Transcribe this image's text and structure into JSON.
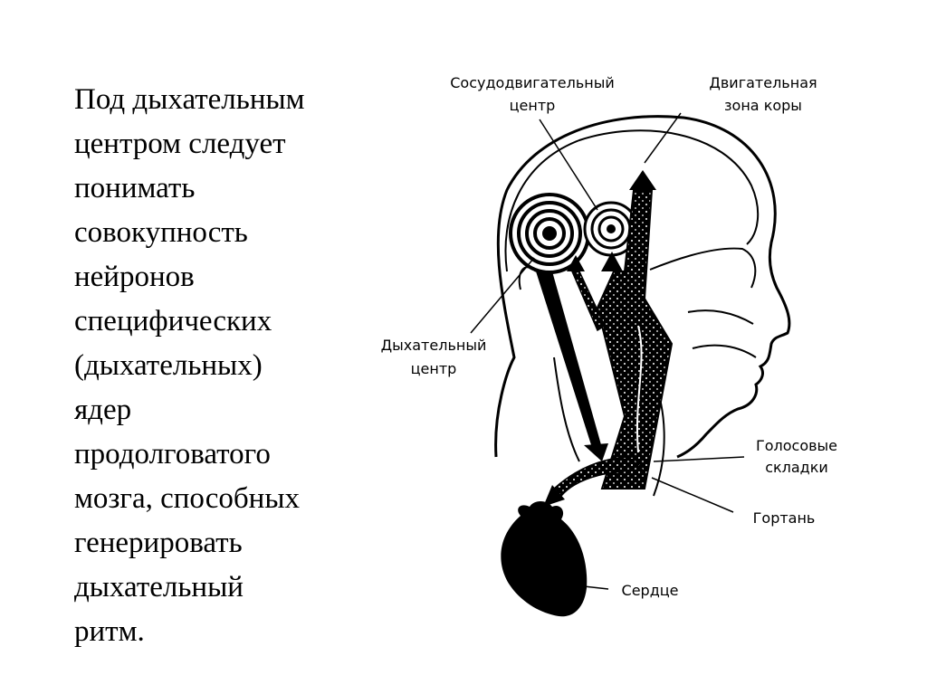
{
  "paragraph_lines": [
    "Под дыхательным",
    "центром следует",
    "понимать",
    "совокупность",
    "нейронов",
    "специфических",
    "(дыхательных)",
    "ядер",
    "продолговатого",
    "мозга, способных",
    "генерировать",
    "дыхательный",
    "ритм."
  ],
  "labels": {
    "vasomotor_1": "Сосудодвигательный",
    "vasomotor_2": "центр",
    "motor_cortex_1": "Двигательная",
    "motor_cortex_2": "зона коры",
    "respiratory_1": "Дыхательный",
    "respiratory_2": "центр",
    "vocal_folds_1": "Голосовые",
    "vocal_folds_2": "складки",
    "larynx": "Гортань",
    "heart": "Сердце"
  },
  "colors": {
    "ink": "#000000",
    "background": "#ffffff"
  }
}
